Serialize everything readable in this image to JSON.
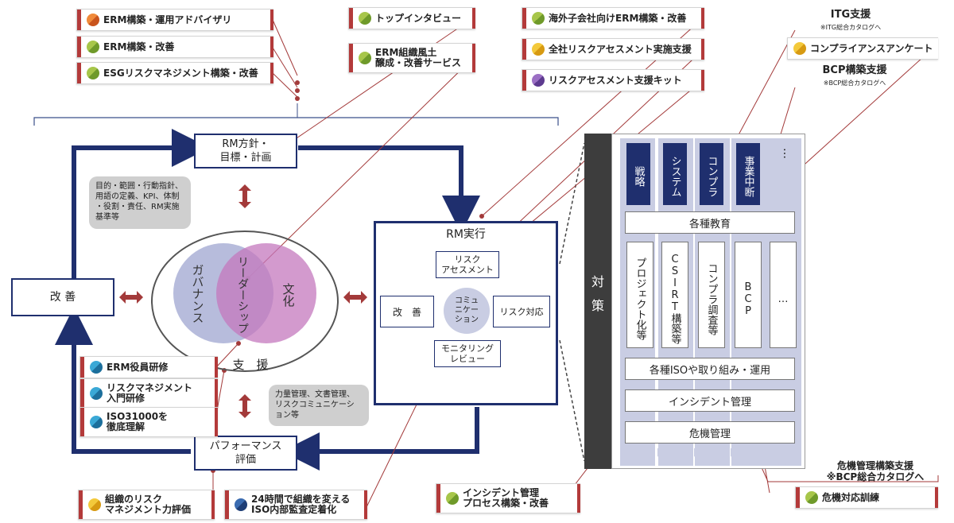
{
  "services_left_top": [
    {
      "label": "ERM構築・運用アドバイザリ",
      "color": "orange"
    },
    {
      "label": "ERM構築・改善",
      "color": "green"
    },
    {
      "label": "ESGリスクマネジメント構築・改善",
      "color": "green"
    }
  ],
  "services_mid_top": [
    {
      "label": "トップインタビュー",
      "color": "green"
    },
    {
      "label": "ERM組織風土\n醸成・改善サービス",
      "color": "green"
    }
  ],
  "services_right_top": [
    {
      "label": "海外子会社向けERM構築・改善",
      "color": "green"
    },
    {
      "label": "全社リスクアセスメント実施支援",
      "color": "yellow"
    },
    {
      "label": "リスクアセスメント支援キット",
      "color": "purple"
    }
  ],
  "services_far_right": {
    "itg_title": "ITG支援",
    "itg_note": "※ITG総合カタログへ",
    "compliance": "コンプライアンスアンケート",
    "bcp_title": "BCP構築支援",
    "bcp_note": "※BCP総合カタログへ"
  },
  "services_left_bottom": [
    {
      "label": "ERM役員研修",
      "color": "blue"
    },
    {
      "label": "リスクマネジメント\n入門研修",
      "color": "blue"
    },
    {
      "label": "ISO31000を\n徹底理解",
      "color": "blue"
    }
  ],
  "services_bottom": [
    {
      "label": "組織のリスク\nマネジメント力評価",
      "color": "yellow"
    },
    {
      "label": "24時間で組織を変える\nISO内部監査定着化",
      "color": "darkblue"
    },
    {
      "label": "インシデント管理\nプロセス構築・改善",
      "color": "green"
    }
  ],
  "services_bottom_right": {
    "crisis_title": "危機管理構築支援",
    "crisis_note": "※BCP総合カタログへ",
    "training": "危機対応訓練"
  },
  "cycle": {
    "policy": "RM方針・\n目標・計画",
    "policy_note": "目的・範囲・行動指針、\n用語の定義、KPI、体制\n・役割・責任、RM実施\n基準等",
    "improve": "改 善",
    "performance": "パフォーマンス\n評価",
    "support_note": "力量管理、文書管理、\nリスクコミュニケーシ\nョン等",
    "execution_title": "RM実行",
    "risk_assessment": "リスク\nアセスメント",
    "risk_response": "リスク対応",
    "monitoring": "モニタリング\nレビュー",
    "inner_improve": "改　善",
    "communication": "コミュ\nニケー\nション"
  },
  "venn": {
    "governance": "ガバナンス",
    "culture": "文化",
    "leadership": "リーダーシップ",
    "support": "支　援"
  },
  "measures": {
    "side_label": "対\n策",
    "categories": [
      "戦略",
      "システム",
      "コンプラ",
      "事業中断",
      "…"
    ],
    "education": "各種教育",
    "columns": [
      "プロジェクト化等",
      "CSIRT構築等",
      "コンプラ調査等",
      "BCP",
      "…"
    ],
    "iso": "各種ISOや取り組み・運用",
    "incident": "インシデント管理",
    "crisis": "危機管理"
  },
  "colors": {
    "navy": "#1f2f6e",
    "maroon": "#a33a3a",
    "lavender": "#c9cde3",
    "dark_panel": "#3d3d3d"
  }
}
